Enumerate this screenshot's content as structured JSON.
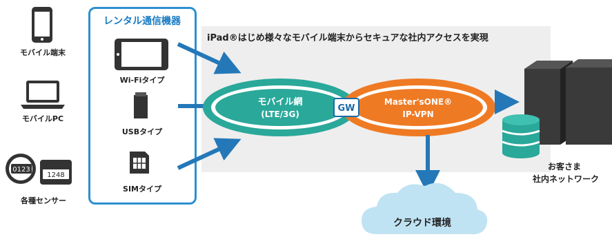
{
  "headline": "iPad®はじめ様々なモバイル端末からセキュアな社内アクセスを実現",
  "devices": {
    "smartphone": "モバイル端末",
    "pc": "モバイルPC",
    "sensor": "各種センサー",
    "meter_left": "0123",
    "meter_right": "1248"
  },
  "rental": {
    "title": "レンタル通信機器",
    "wifi": "Wi-Fiタイプ",
    "usb": "USBタイプ",
    "sim": "SIMタイプ"
  },
  "network": {
    "mobile_line1": "モバイル網",
    "mobile_line2": "(LTE/3G)",
    "gw": "GW",
    "vpn_line1": "Master'sONE®",
    "vpn_line2": "IP-VPN"
  },
  "destination": {
    "line1": "お客さま",
    "line2": "社内ネットワーク"
  },
  "cloud": "クラウド環境",
  "colors": {
    "accent_blue": "#2b8fd0",
    "teal": "#2aa89a",
    "orange": "#ef7a24",
    "arrow_blue": "#2478b8"
  }
}
